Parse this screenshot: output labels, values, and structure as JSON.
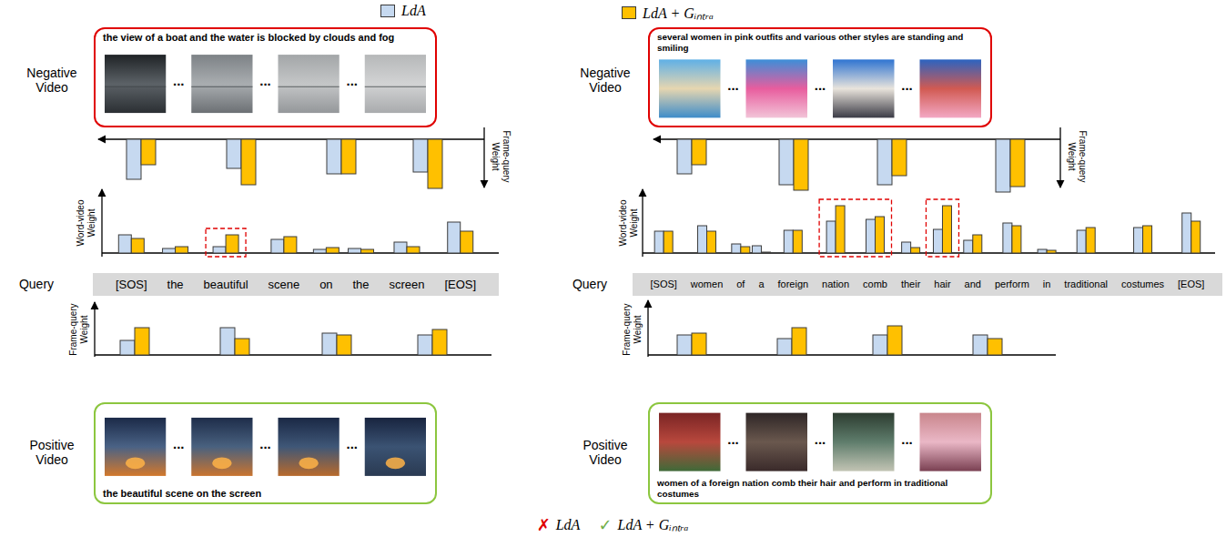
{
  "diagram": {
    "nodes": [
      {
        "text": [
          "the view of a boat and the water is blocked by clouds and fog"
        ]
      },
      {
        "text": [
          "[SOS]",
          "the",
          "beautiful",
          "scene",
          "on",
          "the",
          "screen",
          "[EOS]"
        ]
      },
      {
        "text": [
          "the beautiful scene on the screen"
        ]
      },
      {
        "text": [
          "several women in pink outfits and various other styles are standing and smiling"
        ]
      },
      {
        "text": [
          "[SOS]",
          "women",
          "of",
          "a",
          "foreign",
          "nation",
          "comb",
          "their",
          "hair",
          "and",
          "perform",
          "in",
          "traditional",
          "costumes",
          "[EOS]"
        ]
      },
      {
        "text": [
          "women of a foreign nation comb their hair and perform in traditional costumes"
        ]
      }
    ],
    "labels": [
      "Negative Video",
      "Frame-query Weight",
      "Word-video Weight",
      "Query",
      "Frame-query Weight",
      "Positive Video",
      "Negative Video",
      "Frame-query Weight",
      "Word-video Weight",
      "Query",
      "Frame-query Weight",
      "Positive Video",
      "...",
      "...",
      "...",
      "...",
      "...",
      "...",
      "...",
      "...",
      "...",
      "...",
      "...",
      "...",
      "✗",
      "LdA",
      "✓",
      "LdA + Gᵢₙₜᵣₐ"
    ],
    "legend": [
      {
        "text": "LdA",
        "color": "#c6d9f0"
      },
      {
        "text": "LdA + Gᵢₙₜᵣₐ",
        "color": "#ffc000"
      }
    ]
  }
}
